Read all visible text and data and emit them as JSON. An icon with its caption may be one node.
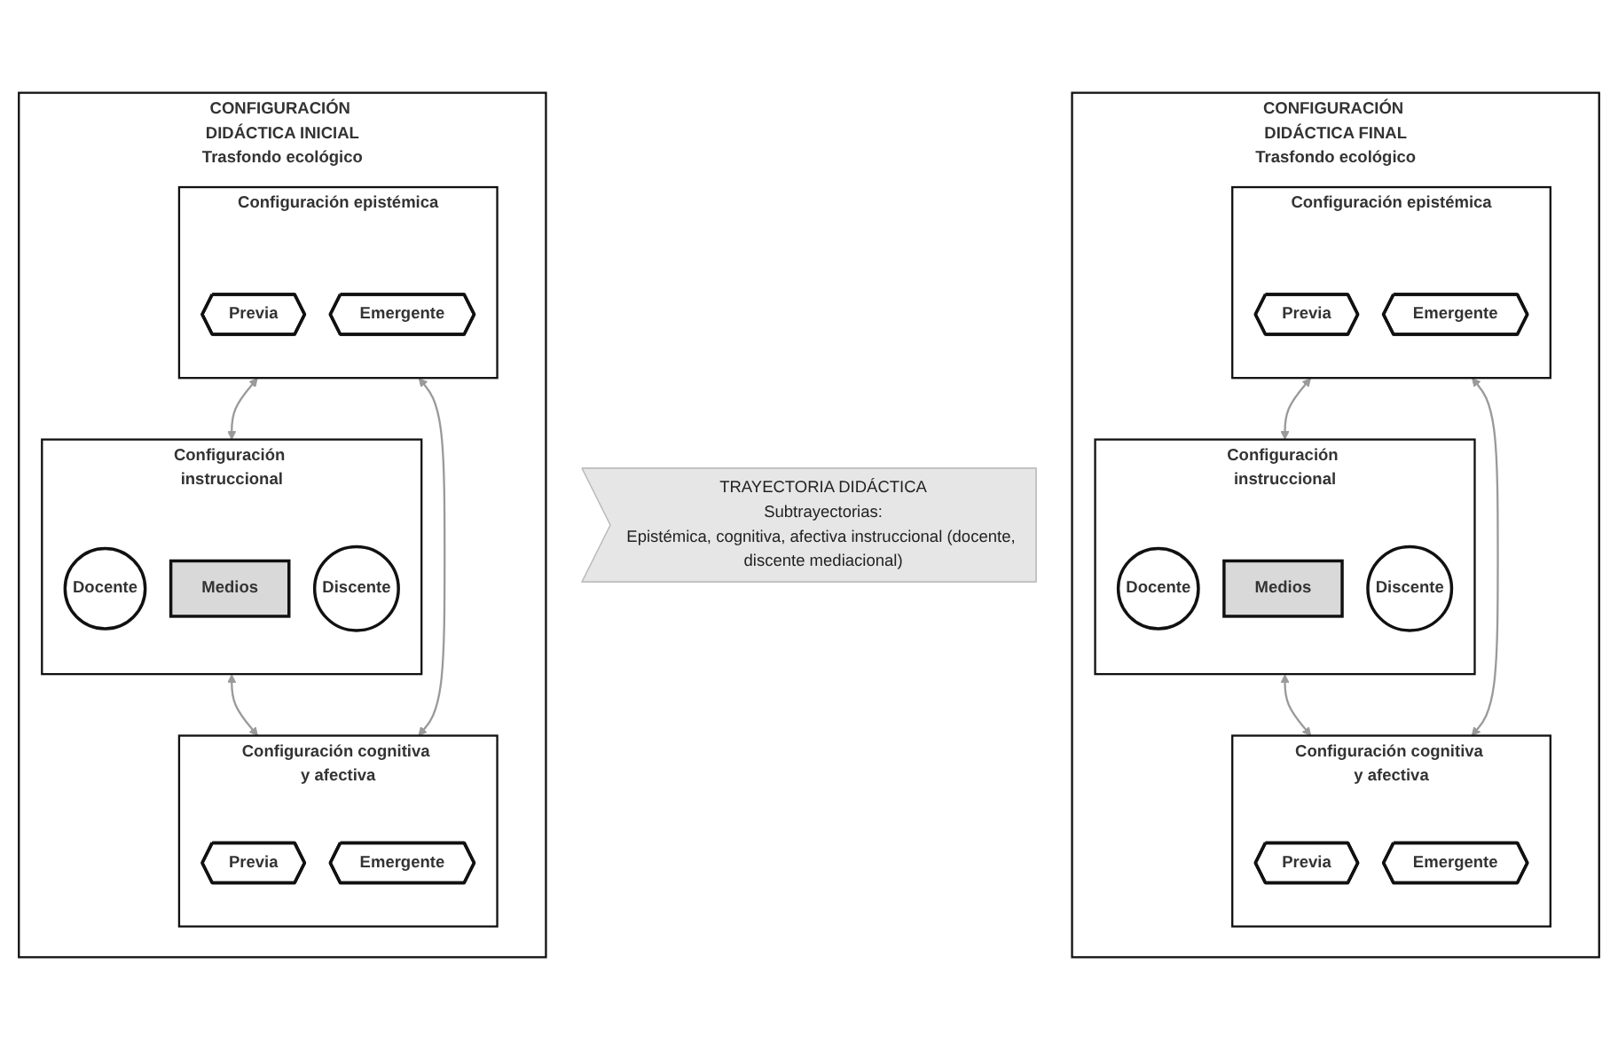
{
  "diagram": {
    "nodes": [
      {
        "text": [
          "CONFIGURACIÓN DIDÁCTICA INICIAL",
          "Trasfondo ecológico"
        ]
      },
      {
        "text": [
          "Configuración epistémica"
        ],
        "in": 0
      },
      {
        "text": [
          "Previa"
        ],
        "in": 1
      },
      {
        "text": [
          "Emergente"
        ],
        "in": 1
      },
      {
        "text": [
          "Configuración instruccional"
        ],
        "in": 0
      },
      {
        "text": [
          "Docente"
        ],
        "in": 4
      },
      {
        "text": [
          "Medios"
        ],
        "in": 4
      },
      {
        "text": [
          "Discente"
        ],
        "in": 4
      },
      {
        "text": [
          "Configuración cognitiva y afectiva"
        ],
        "in": 0
      },
      {
        "text": [
          "Previa"
        ],
        "in": 8
      },
      {
        "text": [
          "Emergente"
        ],
        "in": 8
      },
      {
        "text": [
          "TRAYECTORIA DIDÁCTICA",
          "Subtrayectorias:",
          "Epistémica, cognitiva, afectiva instruccional (docente, discente mediacional)"
        ]
      },
      {
        "text": [
          "CONFIGURACIÓN DIDÁCTICA FINAL",
          "Trasfondo ecológico"
        ]
      },
      {
        "text": [
          "Configuración epistémica"
        ],
        "in": 12
      },
      {
        "text": [
          "Previa"
        ],
        "in": 13
      },
      {
        "text": [
          "Emergente"
        ],
        "in": 13
      },
      {
        "text": [
          "Configuración instruccional"
        ],
        "in": 12
      },
      {
        "text": [
          "Docente"
        ],
        "in": 16
      },
      {
        "text": [
          "Medios"
        ],
        "in": 16
      },
      {
        "text": [
          "Discente"
        ],
        "in": 16
      },
      {
        "text": [
          "Configuración cognitiva y afectiva"
        ],
        "in": 12
      },
      {
        "text": [
          "Previa"
        ],
        "in": 20
      },
      {
        "text": [
          "Emergente"
        ],
        "in": 20
      }
    ],
    "edges": [
      {
        "from": 1,
        "to": 4,
        "arrow": "both"
      },
      {
        "from": 4,
        "to": 8,
        "arrow": "both"
      },
      {
        "from": 1,
        "to": 8,
        "arrow": "both"
      },
      {
        "from": 13,
        "to": 16,
        "arrow": "both"
      },
      {
        "from": 16,
        "to": 20,
        "arrow": "both"
      },
      {
        "from": 13,
        "to": 20,
        "arrow": "both"
      }
    ]
  }
}
